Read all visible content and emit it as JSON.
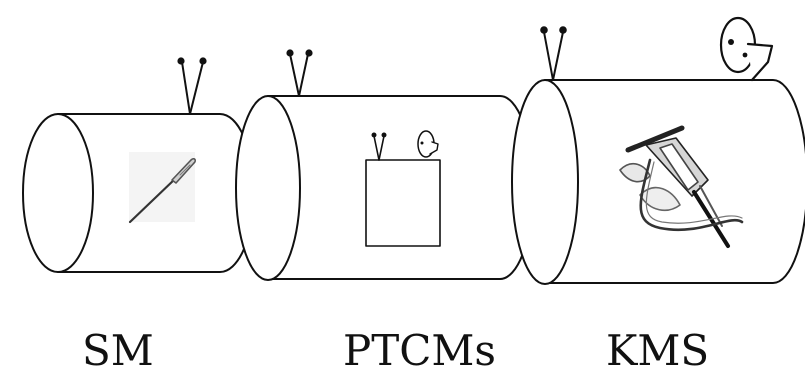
{
  "labels": {
    "sm": "SM",
    "ptcms": "PTCMs",
    "kms": "KMS"
  },
  "icons": {
    "cylinder_1_tool": "screwdriver-icon",
    "cylinder_2_tool": "cropped-box-icon",
    "cylinder_3_tool": "jackhammer-icon",
    "small_face": "face-icon"
  },
  "colors": {
    "stroke": "#111111",
    "fill": "#ffffff",
    "tool_grey": "#9a9a9a"
  }
}
